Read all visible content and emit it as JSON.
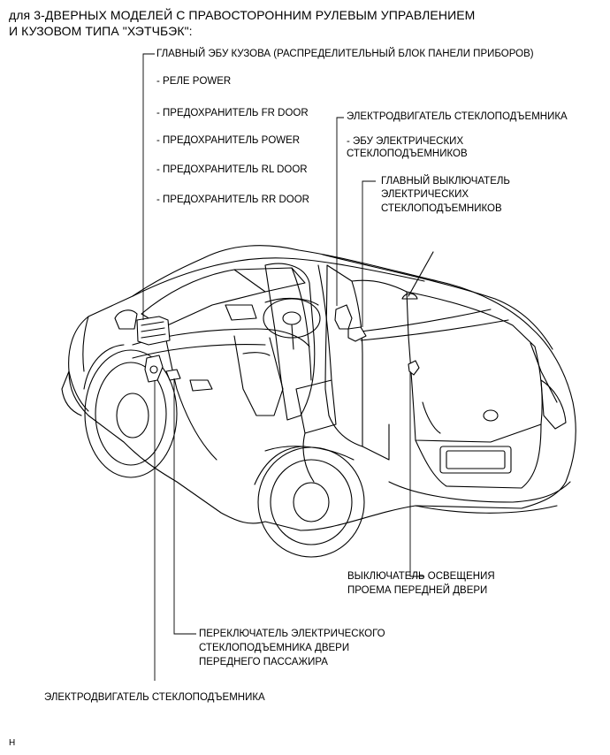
{
  "header": {
    "line1": "для 3-ДВЕРНЫХ МОДЕЛЕЙ С ПРАВОСТОРОННИМ РУЛЕВЫМ УПРАВЛЕНИЕМ",
    "line2": "И КУЗОВОМ ТИПА \"ХЭТЧБЭК\":"
  },
  "labels": {
    "main_ecu": "ГЛАВНЫЙ ЭБУ КУЗОВА (РАСПРЕДЕЛИТЕЛЬНЫЙ БЛОК ПАНЕЛИ ПРИБОРОВ)",
    "relay_power": "- РЕЛЕ POWER",
    "fuse_fr_door": "- ПРЕДОХРАНИТЕЛЬ FR DOOR",
    "fuse_power": "- ПРЕДОХРАНИТЕЛЬ POWER",
    "fuse_rl_door": "- ПРЕДОХРАНИТЕЛЬ RL DOOR",
    "fuse_rr_door": "- ПРЕДОХРАНИТЕЛЬ RR DOOR",
    "window_motor_right": "ЭЛЕКТРОДВИГАТЕЛЬ СТЕКЛОПОДЪЕМНИКА",
    "window_ecu_line1": "- ЭБУ ЭЛЕКТРИЧЕСКИХ",
    "window_ecu_line2": "СТЕКЛОПОДЪЕМНИКОВ",
    "master_switch_line1": "ГЛАВНЫЙ ВЫКЛЮЧАТЕЛЬ",
    "master_switch_line2": "ЭЛЕКТРИЧЕСКИХ",
    "master_switch_line3": "СТЕКЛОПОДЪЕМНИКОВ",
    "courtesy_switch_line1": "ВЫКЛЮЧАТЕЛЬ ОСВЕЩЕНИЯ",
    "courtesy_switch_line2": "ПРОЕМА ПЕРЕДНЕЙ ДВЕРИ",
    "passenger_switch_line1": "ПЕРЕКЛЮЧАТЕЛЬ ЭЛЕКТРИЧЕСКОГО",
    "passenger_switch_line2": "СТЕКЛОПОДЪЕМНИКА ДВЕРИ",
    "passenger_switch_line3": "ПЕРЕДНЕГО ПАССАЖИРА",
    "window_motor_left": "ЭЛЕКТРОДВИГАТЕЛЬ СТЕКЛОПОДЪЕМНИКА"
  },
  "footer": {
    "code": "H"
  }
}
